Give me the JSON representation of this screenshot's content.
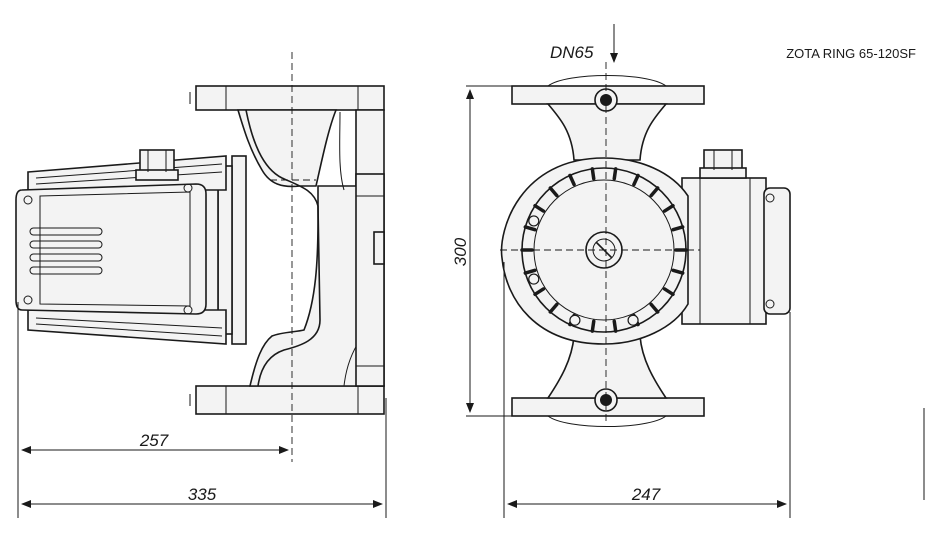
{
  "labels": {
    "model": "ZOTA RING 65-120SF",
    "nominal_diameter": "DN65"
  },
  "dimensions": {
    "axis_distance": "257",
    "total_length": "335",
    "height": "300",
    "width": "247"
  },
  "colors": {
    "line": "#1a1a1a",
    "background": "#ffffff"
  }
}
